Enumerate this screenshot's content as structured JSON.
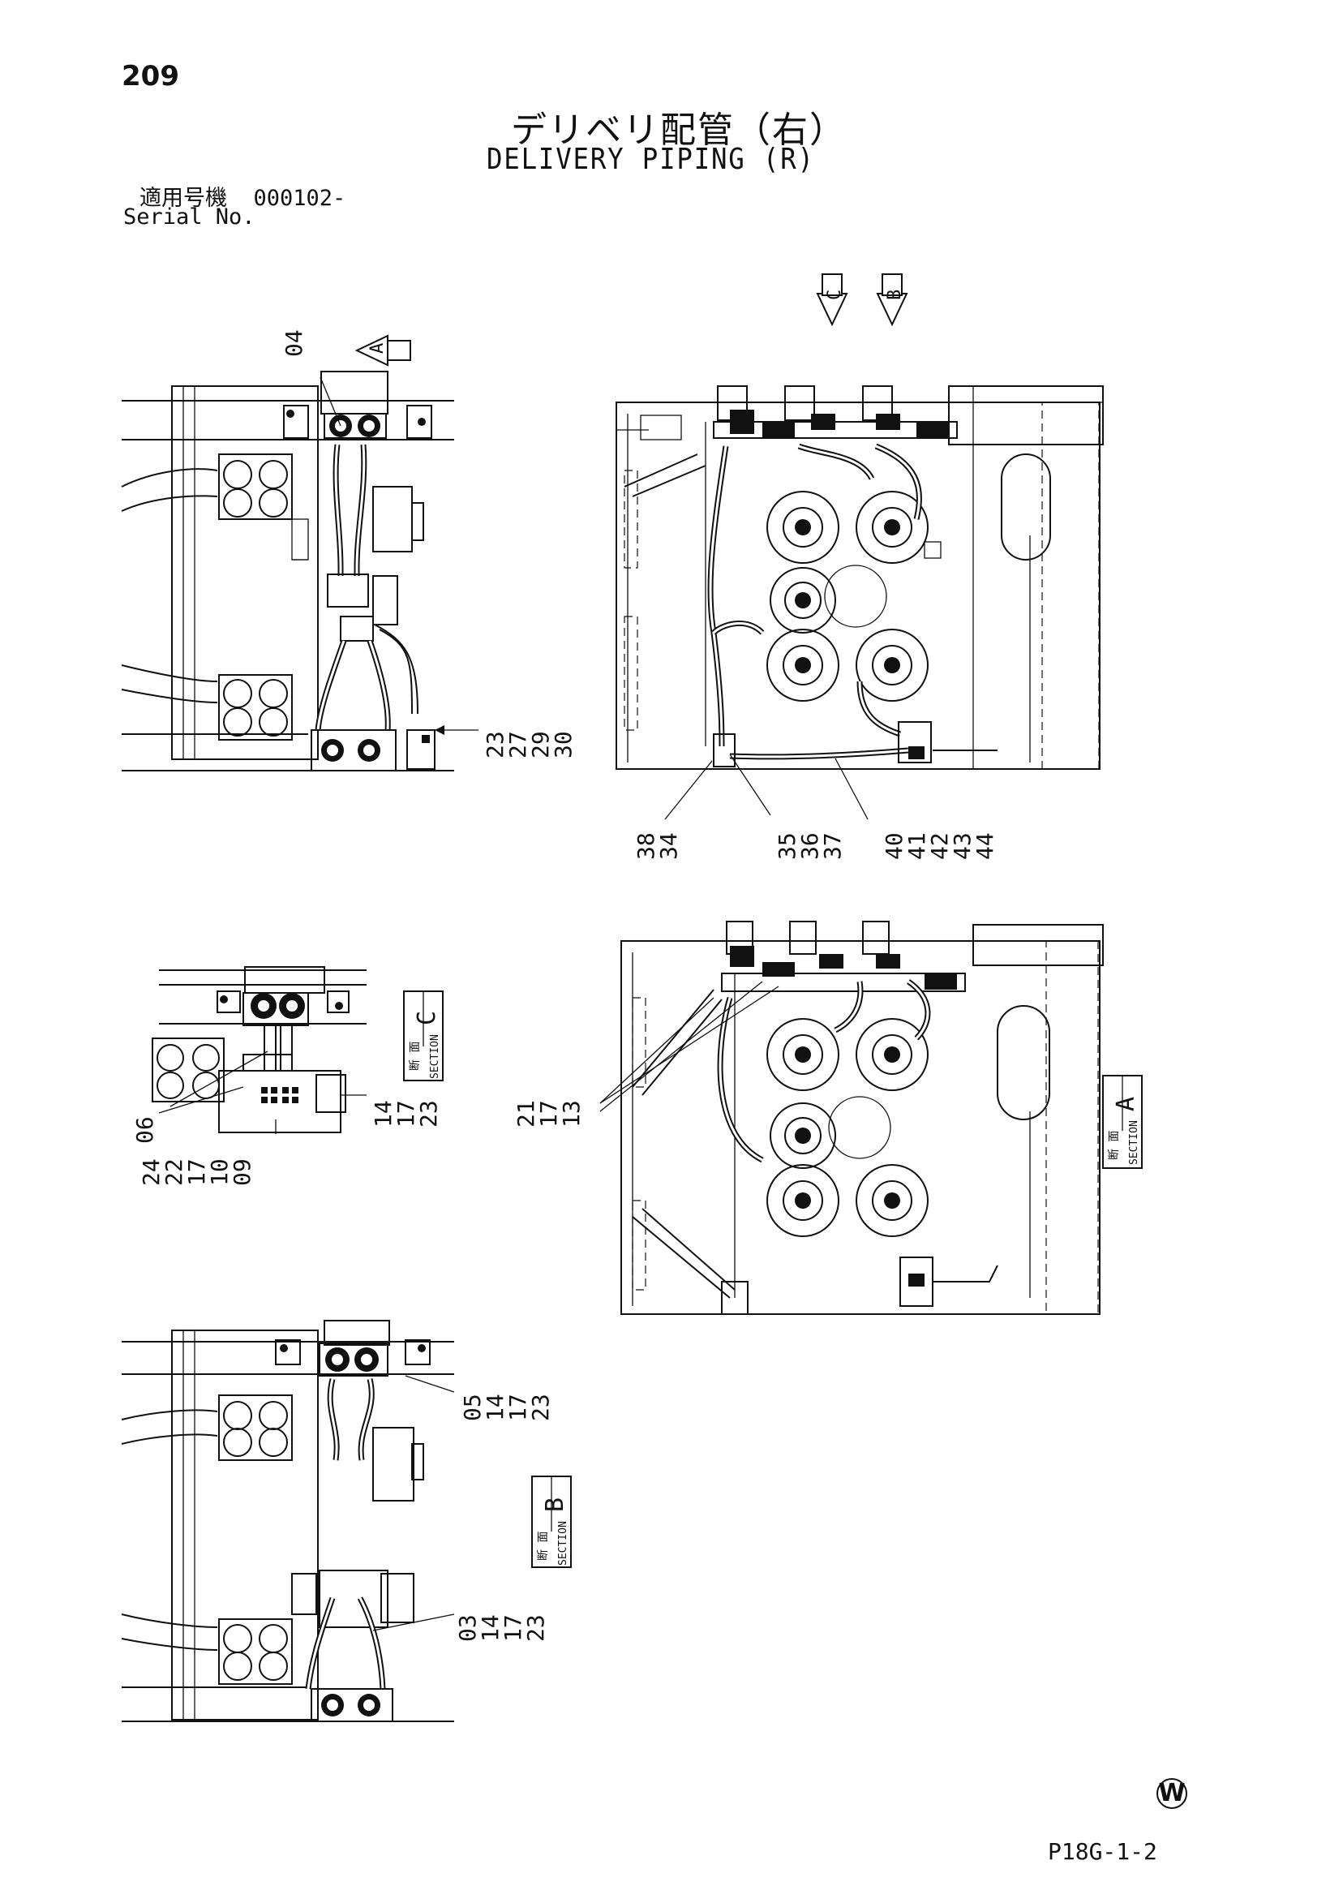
{
  "header": {
    "page_number": "209",
    "title_jp": "デリベリ配管（右）",
    "title_en": "DELIVERY PIPING (R)",
    "serial_label_jp": "適用号機",
    "serial_value": "000102-",
    "serial_label_en": "Serial No."
  },
  "footer": {
    "doc_code": "P18G-1-2",
    "mark": "W"
  },
  "view_arrows": [
    {
      "letter": "A"
    },
    {
      "letter": "C"
    },
    {
      "letter": "B"
    }
  ],
  "sections": [
    {
      "letter": "C",
      "label_jp": "断 面",
      "label_en": "SECTION"
    },
    {
      "letter": "A",
      "label_jp": "断 面",
      "label_en": "SECTION"
    },
    {
      "letter": "B",
      "label_jp": "断 面",
      "label_en": "SECTION"
    }
  ],
  "callouts": {
    "top_left_04": [
      "04"
    ],
    "top_left_right": [
      "23",
      "27",
      "29",
      "30"
    ],
    "top_right_a": [
      "38",
      "34"
    ],
    "top_right_b": [
      "35",
      "36",
      "37"
    ],
    "top_right_c": [
      "40",
      "41",
      "42",
      "43",
      "44"
    ],
    "mid_left_06": [
      "06"
    ],
    "mid_left_right": [
      "14",
      "17",
      "23"
    ],
    "mid_left_bottom": [
      "24",
      "22",
      "17",
      "10",
      "09"
    ],
    "mid_right_left": [
      "21",
      "17",
      "13"
    ],
    "bot_left_top": [
      "05",
      "14",
      "17",
      "23"
    ],
    "bot_left_bottom": [
      "03",
      "14",
      "17",
      "23"
    ]
  }
}
